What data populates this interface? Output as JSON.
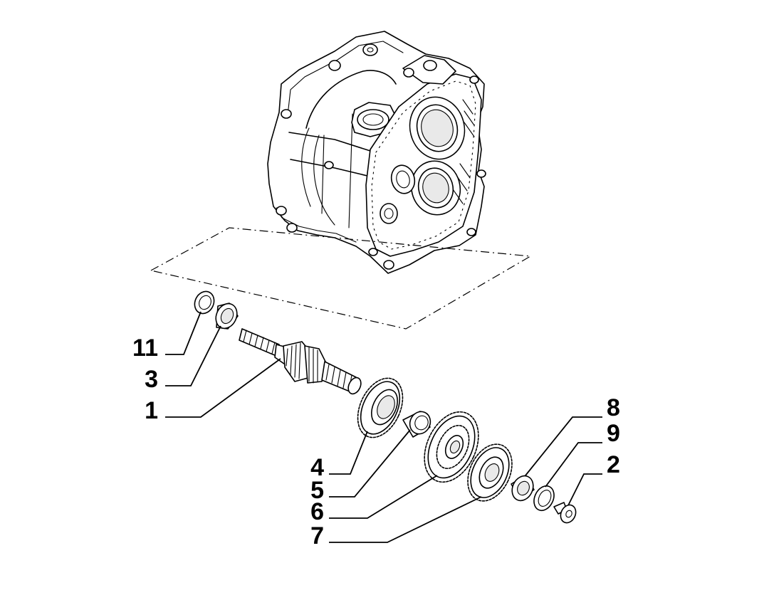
{
  "diagram": {
    "callouts": [
      {
        "id": "c11",
        "label": "11"
      },
      {
        "id": "c3",
        "label": "3"
      },
      {
        "id": "c1",
        "label": "1"
      },
      {
        "id": "c4",
        "label": "4"
      },
      {
        "id": "c5",
        "label": "5"
      },
      {
        "id": "c6",
        "label": "6"
      },
      {
        "id": "c7",
        "label": "7"
      },
      {
        "id": "c8",
        "label": "8"
      },
      {
        "id": "c9",
        "label": "9"
      },
      {
        "id": "c2",
        "label": "2"
      }
    ],
    "parts": [
      {
        "callout": "11",
        "part": "seal-ring"
      },
      {
        "callout": "3",
        "part": "bearing"
      },
      {
        "callout": "1",
        "part": "primary-shaft"
      },
      {
        "callout": "4",
        "part": "gear"
      },
      {
        "callout": "5",
        "part": "bushing"
      },
      {
        "callout": "6",
        "part": "gear"
      },
      {
        "callout": "7",
        "part": "gear"
      },
      {
        "callout": "8",
        "part": "bearing"
      },
      {
        "callout": "9",
        "part": "ring"
      },
      {
        "callout": "2",
        "part": "screw"
      }
    ]
  }
}
